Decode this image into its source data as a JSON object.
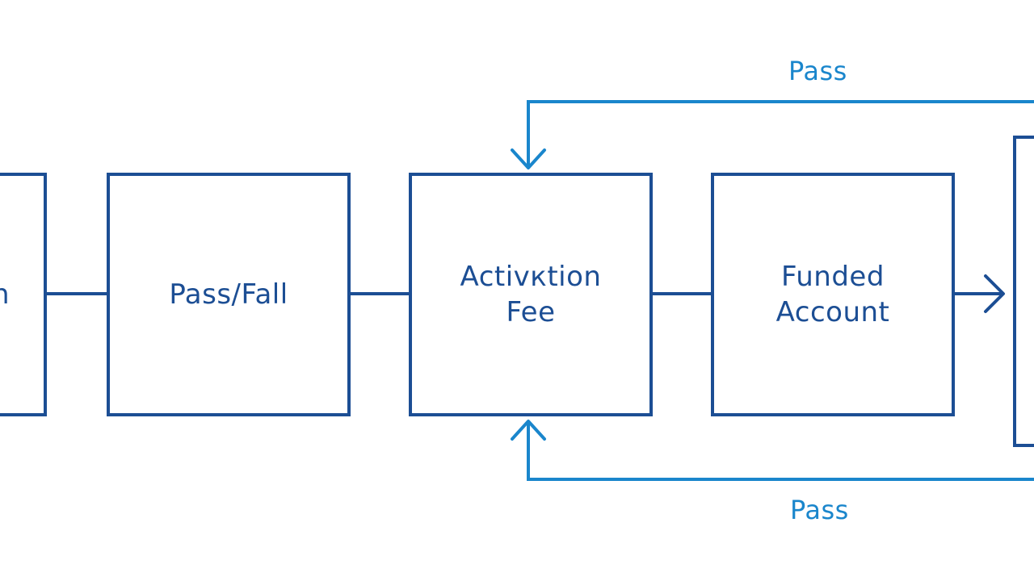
{
  "colors": {
    "box_stroke": "#1c4e94",
    "box_text": "#1c4e94",
    "loop_stroke": "#1a86cc",
    "loop_text": "#1a86cc",
    "background": "#ffffff"
  },
  "nodes": {
    "left_partial": {
      "label": "n"
    },
    "pass_fail": {
      "label": "Pass/Fall"
    },
    "activation_fee": {
      "label": "Activкtion\nFee"
    },
    "funded_account": {
      "label": "Funded\nAccount"
    },
    "right_partial": {
      "label": ""
    }
  },
  "edges": {
    "top_loop": {
      "label": "Pass"
    },
    "bottom_loop": {
      "label": "Pass"
    }
  }
}
